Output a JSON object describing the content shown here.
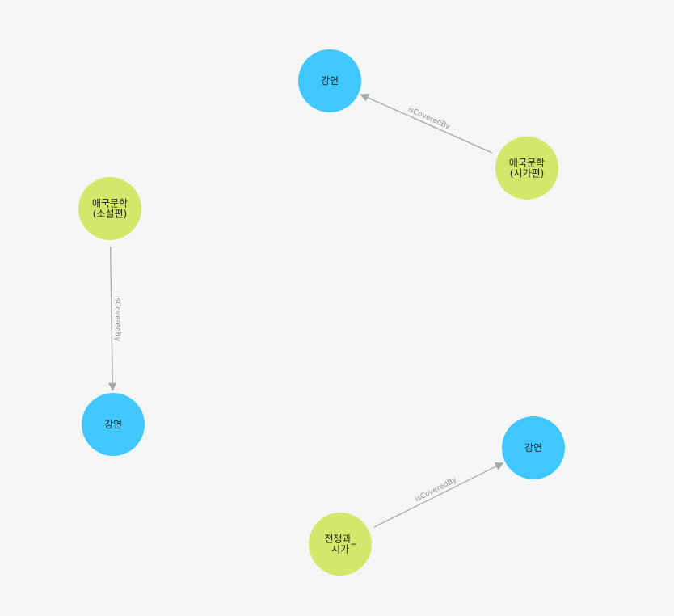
{
  "graph": {
    "colors": {
      "background": "#f4f6f6",
      "node_event": "#40c8fe",
      "node_work": "#d5e76a",
      "edge": "#a3a8b0",
      "edge_label": "#8b9099",
      "node_text": "#1f1f1f"
    },
    "nodes": [
      {
        "id": "n1",
        "kind": "event",
        "label_lines": [
          "강연"
        ]
      },
      {
        "id": "n2",
        "kind": "work",
        "label_lines": [
          "애국문학",
          "(시가편)"
        ]
      },
      {
        "id": "n3",
        "kind": "work",
        "label_lines": [
          "애국문학",
          "(소설편)"
        ]
      },
      {
        "id": "n4",
        "kind": "event",
        "label_lines": [
          "강연"
        ]
      },
      {
        "id": "n5",
        "kind": "event",
        "label_lines": [
          "강연"
        ]
      },
      {
        "id": "n6",
        "kind": "work",
        "label_lines": [
          "전쟁과_",
          "시가"
        ]
      }
    ],
    "edges": [
      {
        "id": "e1",
        "source": "n2",
        "target": "n1",
        "label": "isCoveredBy"
      },
      {
        "id": "e2",
        "source": "n3",
        "target": "n4",
        "label": "isCoveredBy"
      },
      {
        "id": "e3",
        "source": "n6",
        "target": "n5",
        "label": "isCoveredBy"
      }
    ]
  }
}
